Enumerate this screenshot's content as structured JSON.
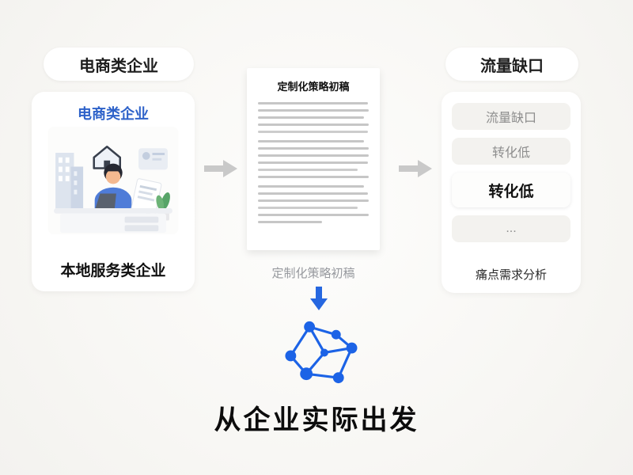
{
  "badges": {
    "left": "电商类企业",
    "right": "流量缺口"
  },
  "left_card": {
    "header": "电商类企业",
    "footer": "本地服务类企业"
  },
  "document": {
    "title": "定制化策略初稿",
    "caption": "定制化策略初稿"
  },
  "right_card": {
    "items": [
      {
        "label": "流量缺口"
      },
      {
        "label": "转化低"
      },
      {
        "label": "转化低"
      },
      {
        "label": "..."
      }
    ],
    "footer": "痛点需求分析"
  },
  "bottom": {
    "title": "从企业实际出发"
  },
  "icons": {
    "flow_arrows": "arrow-right-icon",
    "down_arrow": "arrow-down-icon",
    "graph": "network-graph-icon",
    "scene": "workspace-illustration"
  },
  "colors": {
    "accent_blue": "#2667e0",
    "header_blue": "#2e62c9",
    "arrow_gray": "#c9c9c9",
    "muted_text": "#97999e",
    "item_bg": "#f3f2ef"
  }
}
